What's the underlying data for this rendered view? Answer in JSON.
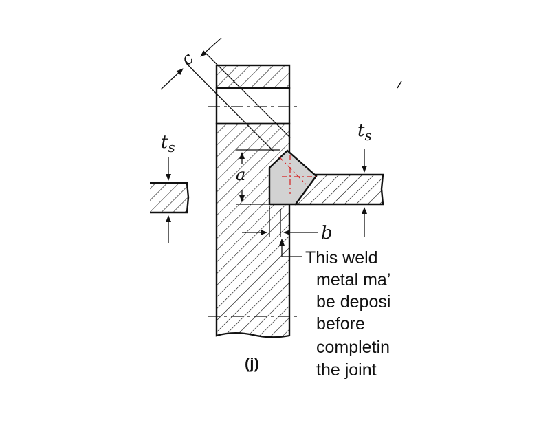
{
  "labels": {
    "c": "c",
    "ts_left_t": "t",
    "ts_left_sub": "s",
    "ts_right_t": "t",
    "ts_right_sub": "s",
    "a": "a",
    "b": "b",
    "note_line1": "This weld",
    "note_line2": "metal ma’",
    "note_line3": "be deposi",
    "note_line4": "before",
    "note_line5": "completin",
    "note_line6": "the joint",
    "figure_id": "(j)"
  },
  "colors": {
    "ink": "#111111",
    "weld_fill": "#d2d2d2",
    "weld_centerline": "#d62020",
    "background": "#ffffff"
  }
}
